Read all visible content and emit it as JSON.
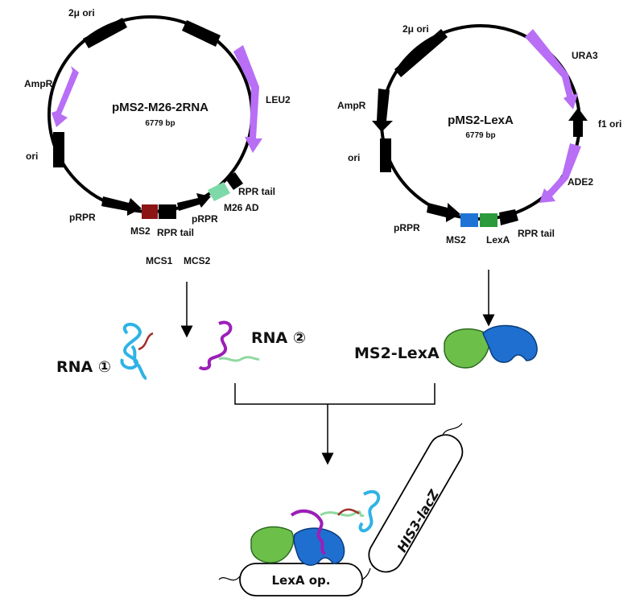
{
  "plasmid1": {
    "name": "pMS2-M26-2RNA",
    "size": "6779 bp",
    "labels": {
      "ori2u": "2μ ori",
      "ampr": "AmpR",
      "leu2": "LEU2",
      "ori": "ori",
      "rpr_tail_right": "RPR tail",
      "m26ad": "M26 AD",
      "prpr_left": "pRPR",
      "prpr_mid": "pRPR",
      "ms2": "MS2",
      "rpr_tail_bottom": "RPR tail",
      "mcs1": "MCS1",
      "mcs2": "MCS2"
    }
  },
  "plasmid2": {
    "name": "pMS2-LexA",
    "size": "6779 bp",
    "labels": {
      "ori2u": "2μ ori",
      "ura3": "URA3",
      "ampr": "AmpR",
      "f1ori": "f1 ori",
      "ori": "ori",
      "ade2": "ADE2",
      "prpr": "pRPR",
      "ms2": "MS2",
      "lexa": "LexA",
      "rpr_tail": "RPR tail"
    }
  },
  "products": {
    "rna1": "RNA ①",
    "rna2": "RNA ②",
    "ms2_lexa": "MS2-LexA"
  },
  "complex": {
    "operator": "LexA op.",
    "reporter": "HIS3-lacZ"
  },
  "colors": {
    "backbone": "#000000",
    "marker": "#b86ef5",
    "ms2_red": "#8b1414",
    "m26ad": "#7ed9a8",
    "ms2_blue": "#1f73d6",
    "lexa_green": "#2a9a3a",
    "rna_cyan": "#2fb3e6",
    "rna_purple": "#9b1fb8",
    "protein_green": "#6cc04a",
    "protein_blue": "#1f6fd0"
  }
}
